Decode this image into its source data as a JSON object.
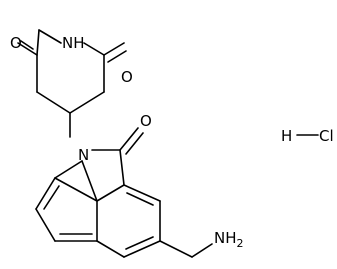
{
  "atoms": {
    "o_top": "O",
    "nh": "NH",
    "o_right": "O",
    "o_lactam": "O",
    "n_ring": "N",
    "h_salt": "H",
    "cl_salt": "Cl",
    "nh2": "NH",
    "nh2_sub": "2"
  },
  "colors": {
    "line": "#000000",
    "background": "#ffffff"
  }
}
